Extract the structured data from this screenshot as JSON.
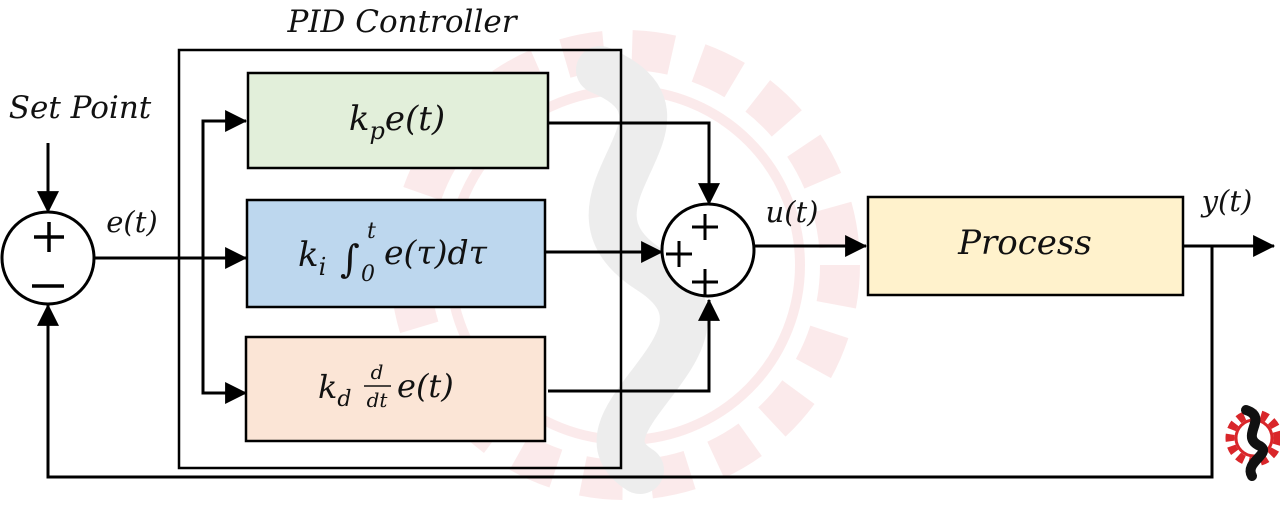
{
  "title": "PID Controller",
  "input_label": "Set Point",
  "error_signal": "e(t)",
  "control_signal": "u(t)",
  "output_signal": "y(t)",
  "process_label": "Process",
  "summing_junction_error": {
    "plus": "+",
    "minus": "−"
  },
  "summing_junction_sum": {
    "top": "+",
    "left": "+",
    "bottom": "+"
  },
  "terms": {
    "proportional": {
      "k": "k",
      "sub": "p",
      "rest": "e(t)"
    },
    "integral": {
      "k": "k",
      "sub": "i",
      "integral": "∫",
      "upper": "t",
      "lower": "0",
      "rest": "e(τ)dτ"
    },
    "derivative": {
      "k": "k",
      "sub": "d",
      "num": "d",
      "den": "dt",
      "rest": "e(t)"
    }
  },
  "colors": {
    "proportional_fill": "#e2efda",
    "integral_fill": "#bdd7ee",
    "derivative_fill": "#fbe5d6",
    "process_fill": "#fff2cc",
    "logo_red": "#d9262a"
  }
}
